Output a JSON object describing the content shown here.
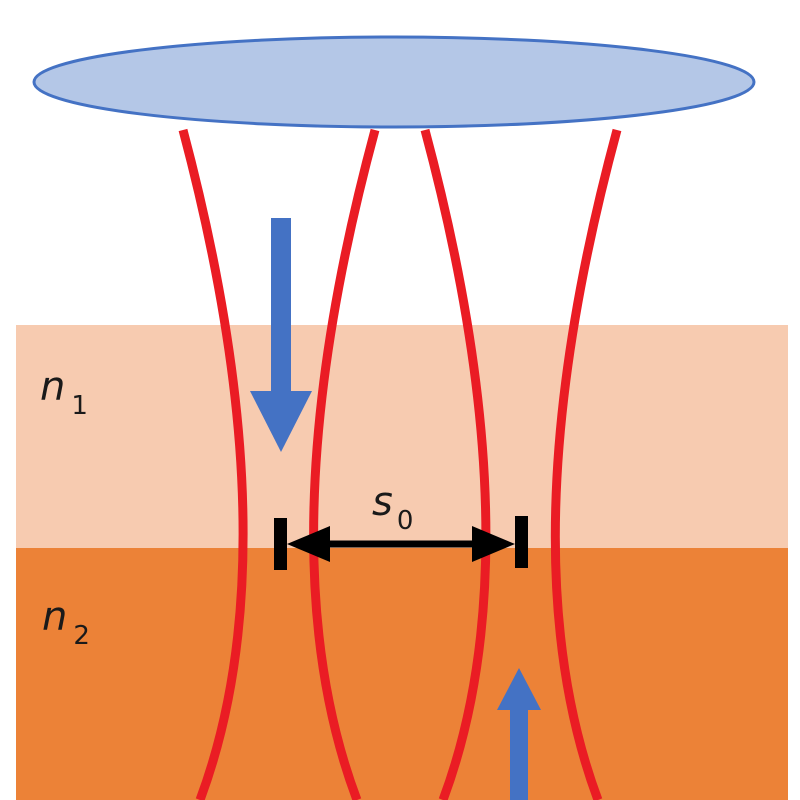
{
  "labels": {
    "layer1": {
      "symbol": "n",
      "subscript": "1"
    },
    "layer2": {
      "symbol": "n",
      "subscript": "2"
    },
    "separation": {
      "symbol": "s",
      "subscript": "0"
    }
  },
  "colors": {
    "layer1_fill": "#f7cbb0",
    "layer2_fill": "#ec8237",
    "lens_fill": "#b4c7e7",
    "lens_stroke": "#4472c4",
    "beam_lines": "#ea1c24",
    "arrows": "#4472c4",
    "measure_bar": "#000000"
  },
  "icons": {
    "incoming": "arrow-down-icon",
    "outgoing": "arrow-up-icon",
    "measure": "double-arrow-icon"
  }
}
